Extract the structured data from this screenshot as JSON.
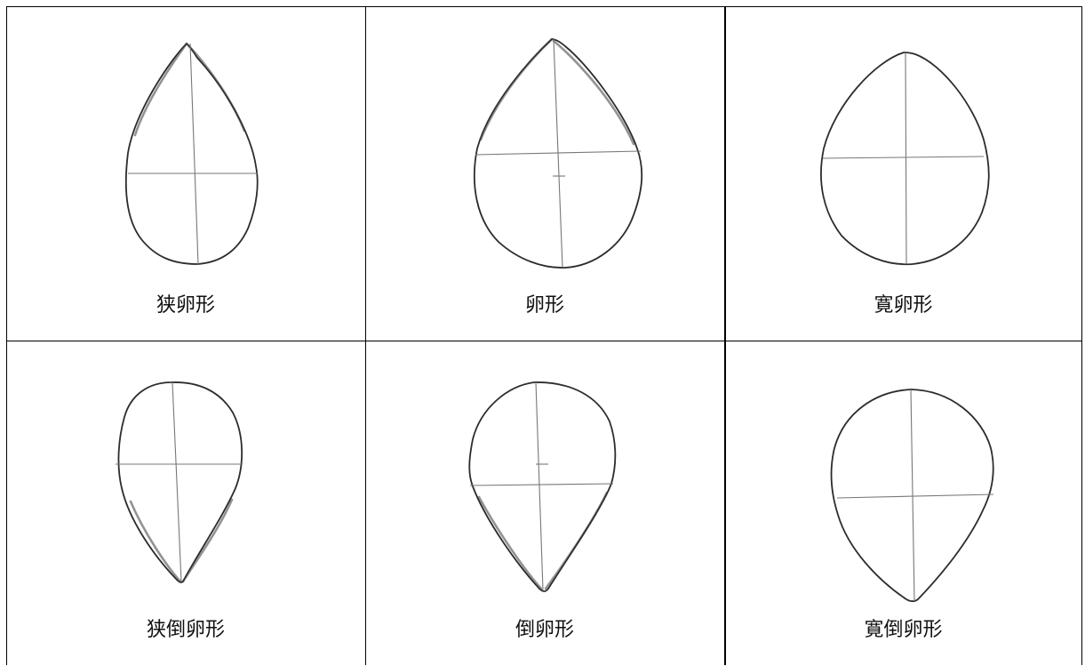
{
  "shapes": [
    {
      "key": "narrow-ovate",
      "label": "狭卵形"
    },
    {
      "key": "ovate",
      "label": "卵形"
    },
    {
      "key": "broad-ovate",
      "label": "寛卵形"
    },
    {
      "key": "narrow-obovate",
      "label": "狭倒卵形"
    },
    {
      "key": "obovate",
      "label": "倒卵形"
    },
    {
      "key": "broad-obovate",
      "label": "寛倒卵形"
    }
  ]
}
